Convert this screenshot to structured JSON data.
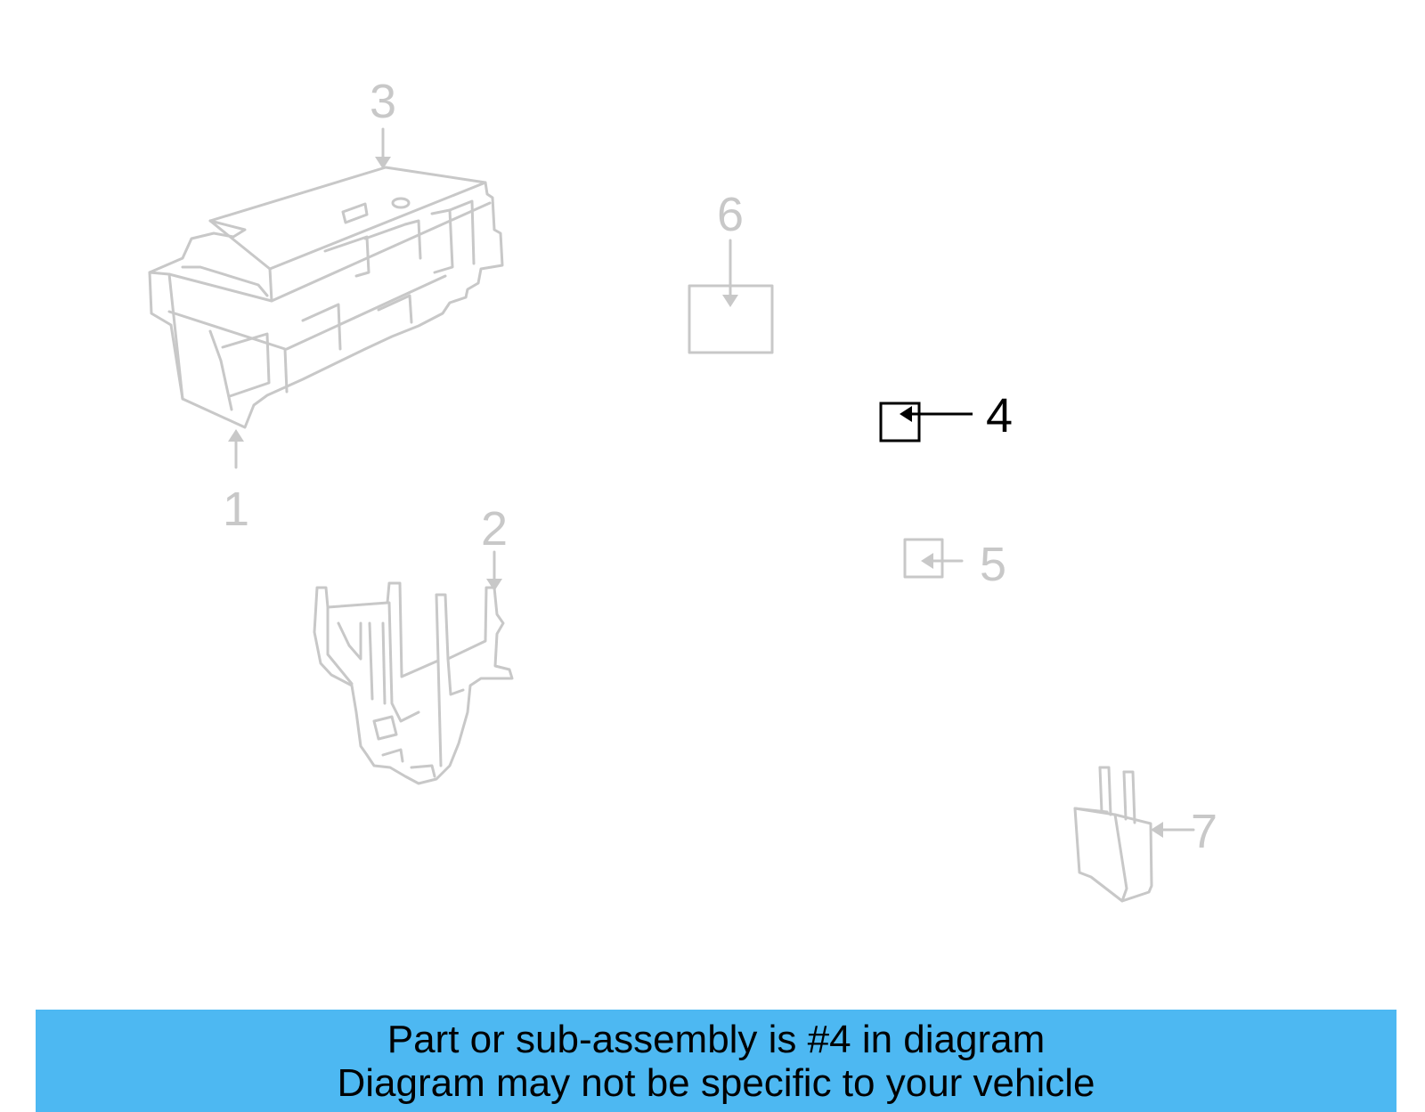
{
  "callouts": [
    {
      "id": "1",
      "label": "1",
      "state": "faded"
    },
    {
      "id": "2",
      "label": "2",
      "state": "faded"
    },
    {
      "id": "3",
      "label": "3",
      "state": "faded"
    },
    {
      "id": "4",
      "label": "4",
      "state": "highlighted"
    },
    {
      "id": "5",
      "label": "5",
      "state": "faded"
    },
    {
      "id": "6",
      "label": "6",
      "state": "faded"
    },
    {
      "id": "7",
      "label": "7",
      "state": "faded"
    }
  ],
  "banner": {
    "line1": "Part or sub-assembly is #4 in diagram",
    "line2": "Diagram may not be specific to your vehicle"
  },
  "colors": {
    "faded": "#c8c8c8",
    "highlight": "#000000",
    "banner_bg": "#4db8f2"
  }
}
